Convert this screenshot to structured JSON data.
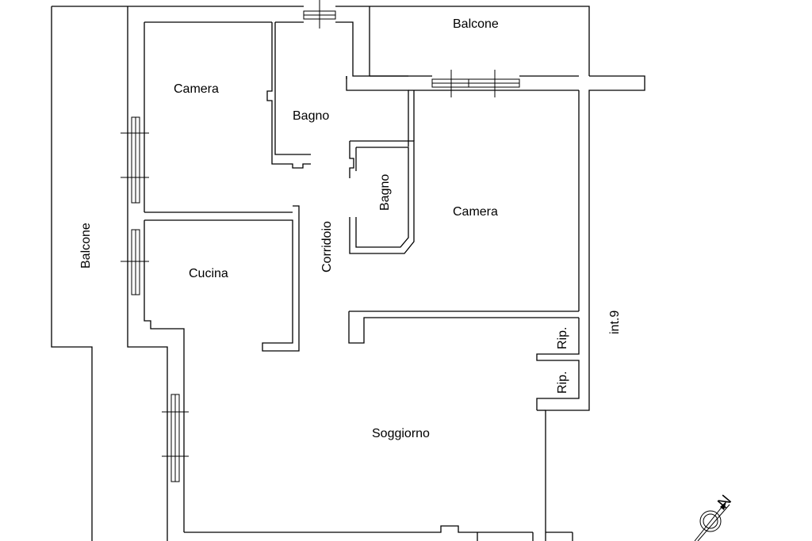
{
  "rooms": {
    "balcone_top": "Balcone",
    "balcone_left": "Balcone",
    "camera_upper_left": "Camera",
    "bagno_main": "Bagno",
    "bagno_small": "Bagno",
    "camera_right": "Camera",
    "corridoio": "Corridoio",
    "cucina": "Cucina",
    "rip_upper": "Rip.",
    "rip_lower": "Rip.",
    "soggiorno": "Soggiorno"
  },
  "unit_label": "int.9",
  "compass": {
    "label": "N",
    "icon": "north-arrow-icon"
  }
}
